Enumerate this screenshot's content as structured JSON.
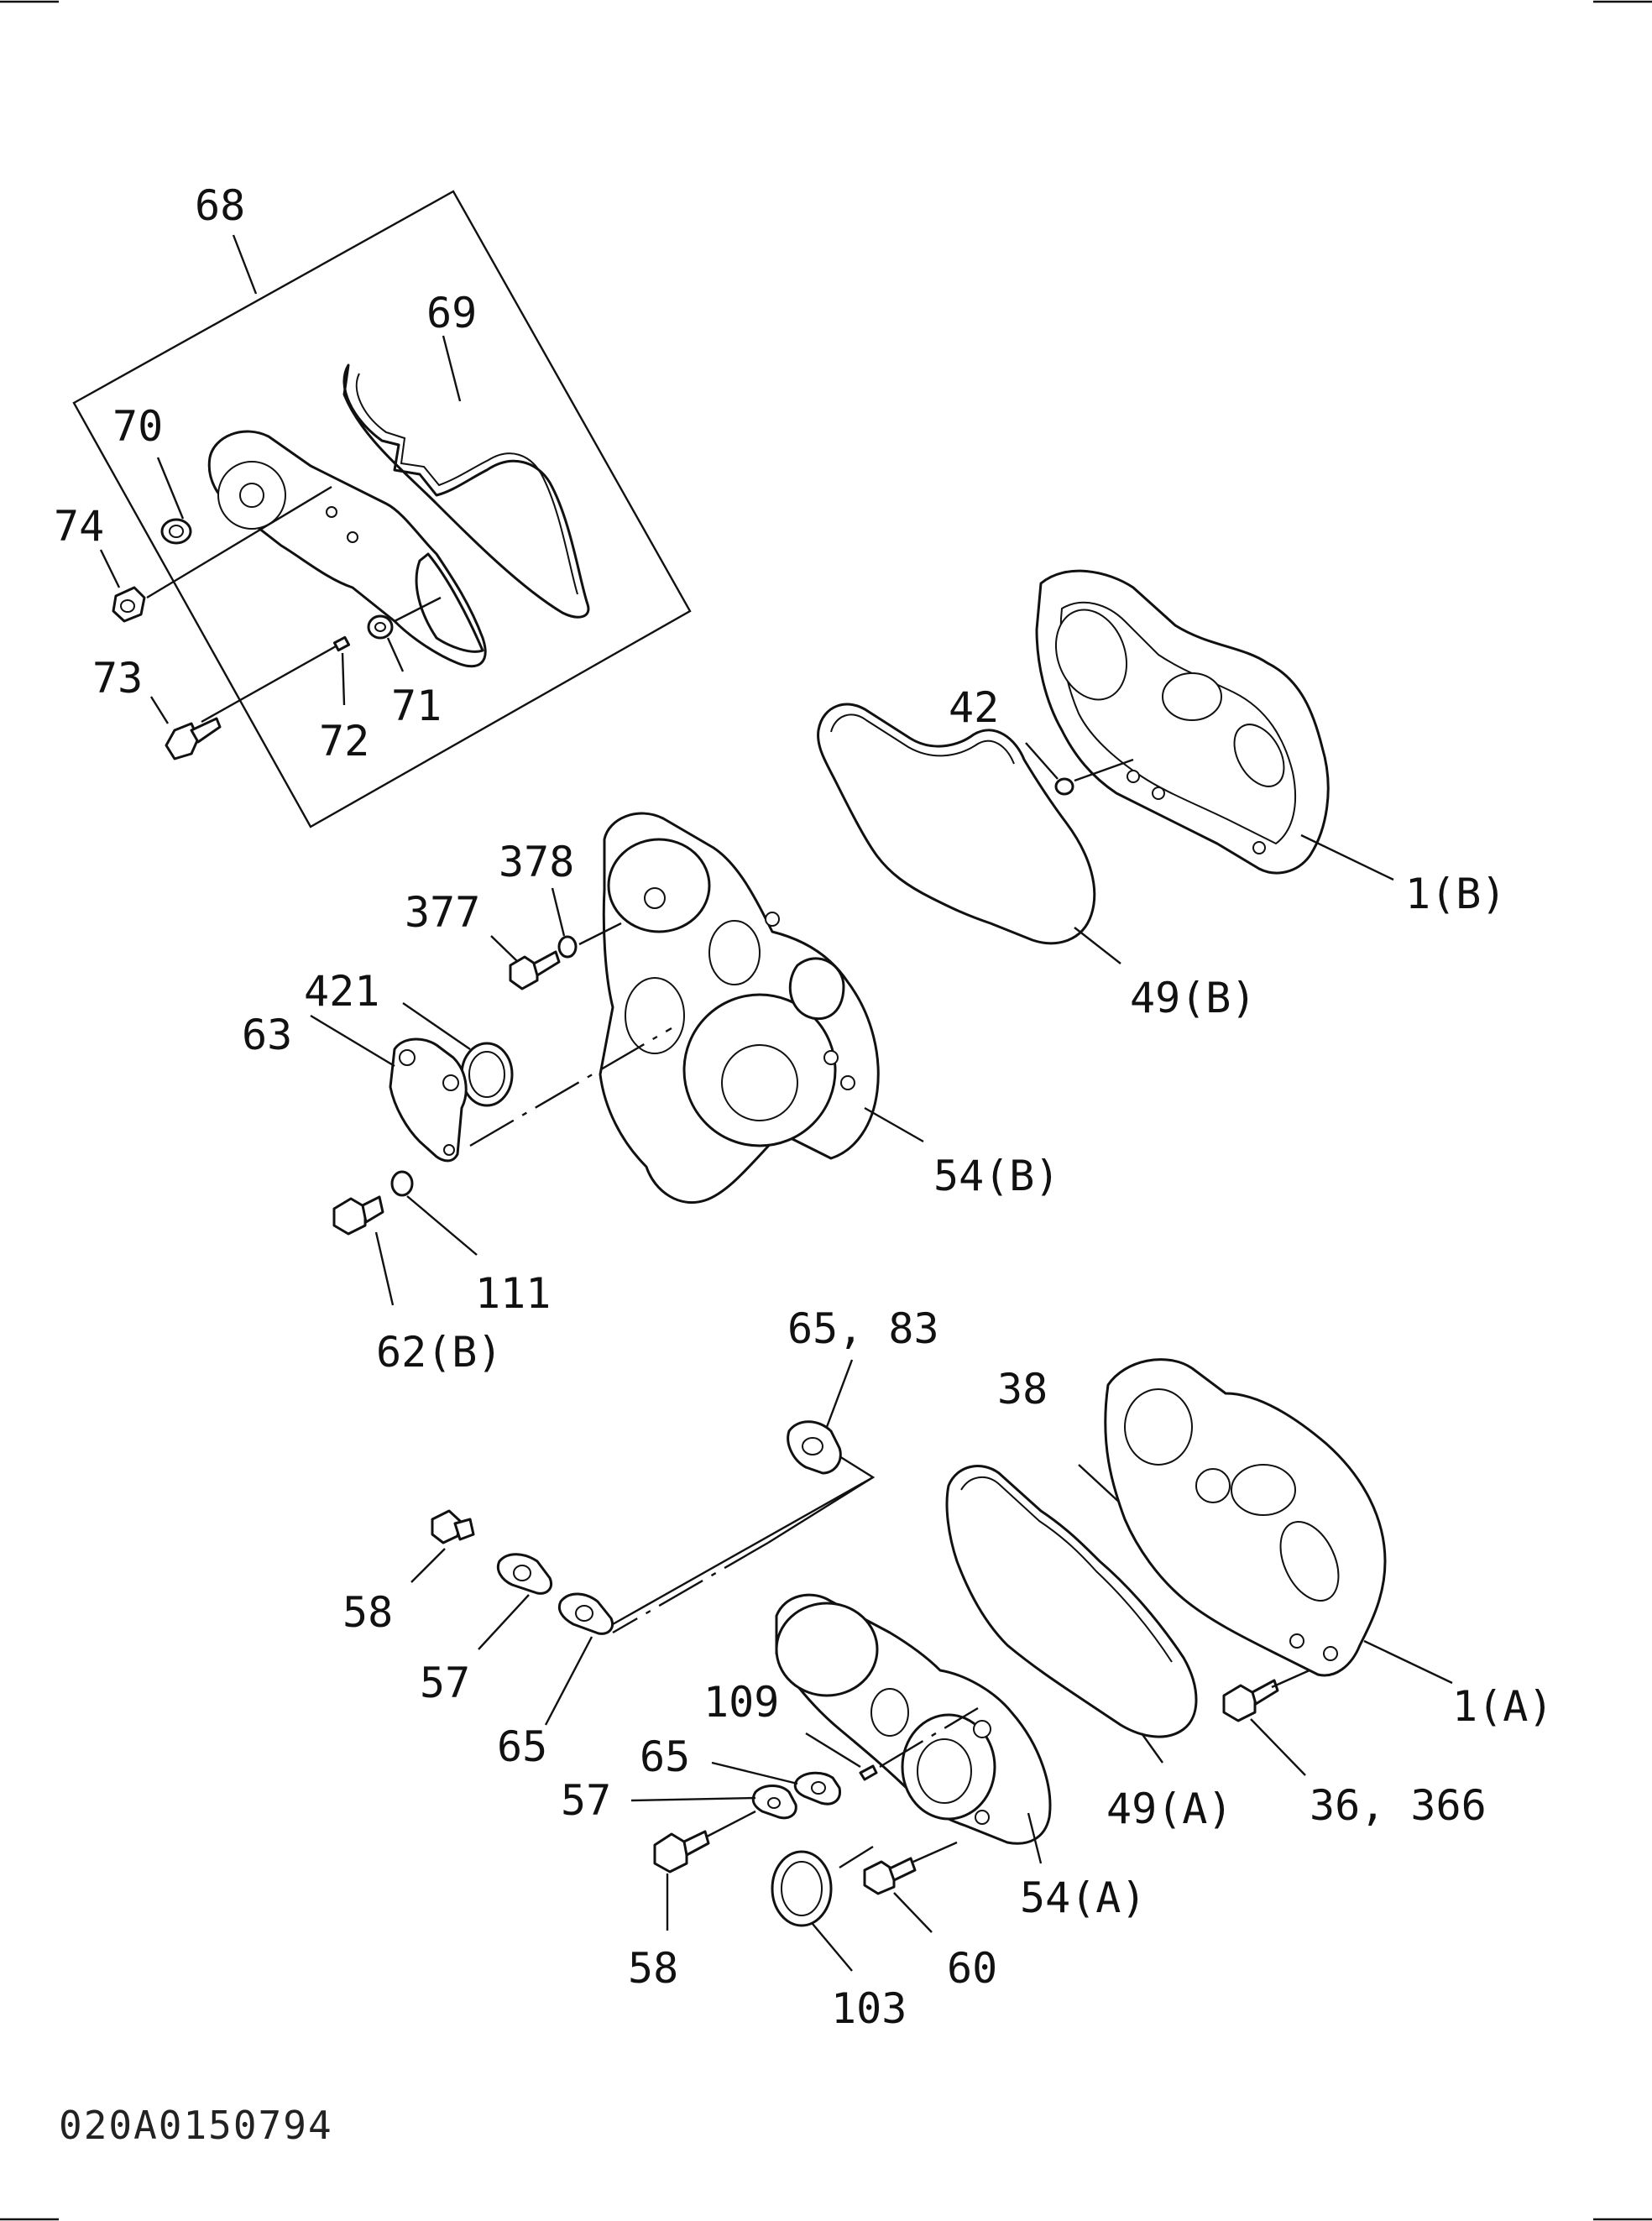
{
  "labels": {
    "kit_68": "68",
    "gasket_69": "69",
    "bushing_70": "70",
    "pin_71": "71",
    "pin_72": "72",
    "bolt_73": "73",
    "nut_74": "74",
    "dowel_42": "42",
    "case_1b": "1(B)",
    "gasket_49b": "49(B)",
    "bolt_377": "377",
    "washer_378": "378",
    "oring_421": "421",
    "cover_63": "63",
    "case_54b": "54(B)",
    "washer_111": "111",
    "plug_62b": "62(B)",
    "plate_65_83": "65, 83",
    "dowel_38": "38",
    "fitting_58_top": "58",
    "plate_57_top": "57",
    "gasket_65_left": "65",
    "pin_109": "109",
    "gasket_65_mid": "65",
    "plate_57_mid": "57",
    "bolt_58_bottom": "58",
    "case_1a": "1(A)",
    "bolt_36_366": "36, 366",
    "gasket_49a": "49(A)",
    "case_54a": "54(A)",
    "bolt_60": "60",
    "seal_103": "103"
  },
  "drawing_number": "020A0150794"
}
